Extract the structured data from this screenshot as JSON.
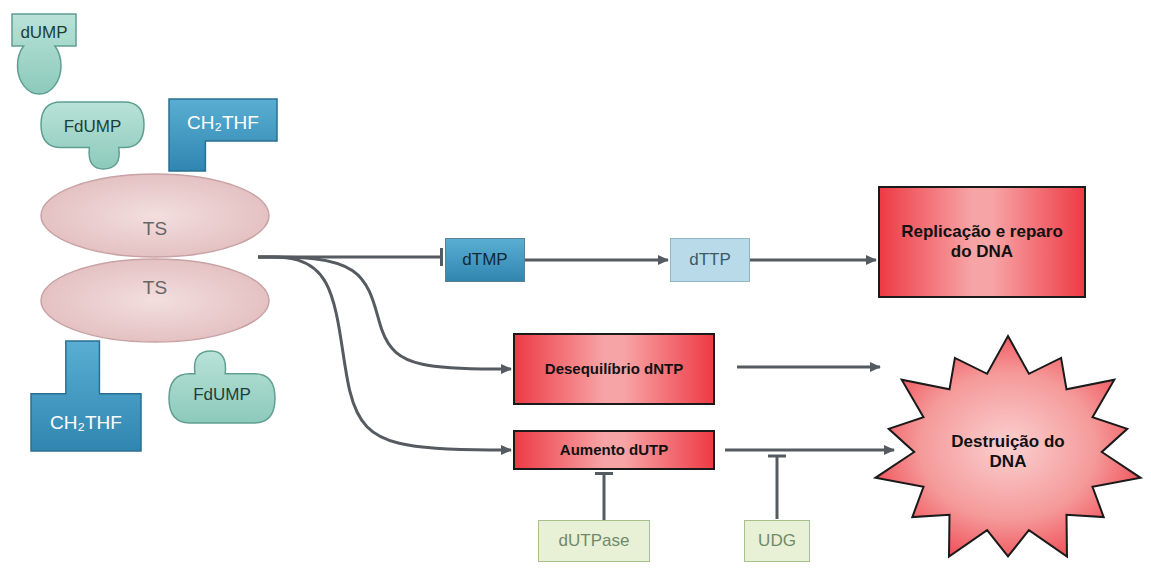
{
  "diagram": {
    "nodes": [
      {
        "text": [
          "dUMP"
        ]
      },
      {
        "text": [
          "TS"
        ]
      },
      {
        "text": [
          "TS"
        ]
      },
      {
        "text": [
          "FdUMP"
        ]
      },
      {
        "text": [
          "CH₂THF"
        ]
      },
      {
        "text": [
          "CH₂THF"
        ]
      },
      {
        "text": [
          "FdUMP"
        ]
      },
      {
        "text": [
          "dTMP"
        ]
      },
      {
        "text": [
          "dTTP"
        ]
      },
      {
        "text": [
          "Replicação e reparo do DNA"
        ]
      },
      {
        "text": [
          "Desequilíbrio dNTP"
        ]
      },
      {
        "text": [
          "Aumento dUTP"
        ]
      },
      {
        "text": [
          "dUTPase"
        ]
      },
      {
        "text": [
          "UDG"
        ]
      },
      {
        "text": [
          "Destruição do DNA"
        ]
      }
    ],
    "edges": [
      {
        "from": 1,
        "to": 7,
        "arrow": "to"
      },
      {
        "from": 1,
        "to": 10,
        "arrow": "to"
      },
      {
        "from": 1,
        "to": 11,
        "arrow": "to"
      },
      {
        "from": 7,
        "to": 8,
        "arrow": "to"
      },
      {
        "from": 8,
        "to": 9,
        "arrow": "to"
      },
      {
        "from": 10,
        "to": 14,
        "arrow": "to"
      },
      {
        "from": 11,
        "to": 14,
        "arrow": "to"
      },
      {
        "from": 12,
        "to": 11,
        "arrow": "to"
      }
    ]
  }
}
